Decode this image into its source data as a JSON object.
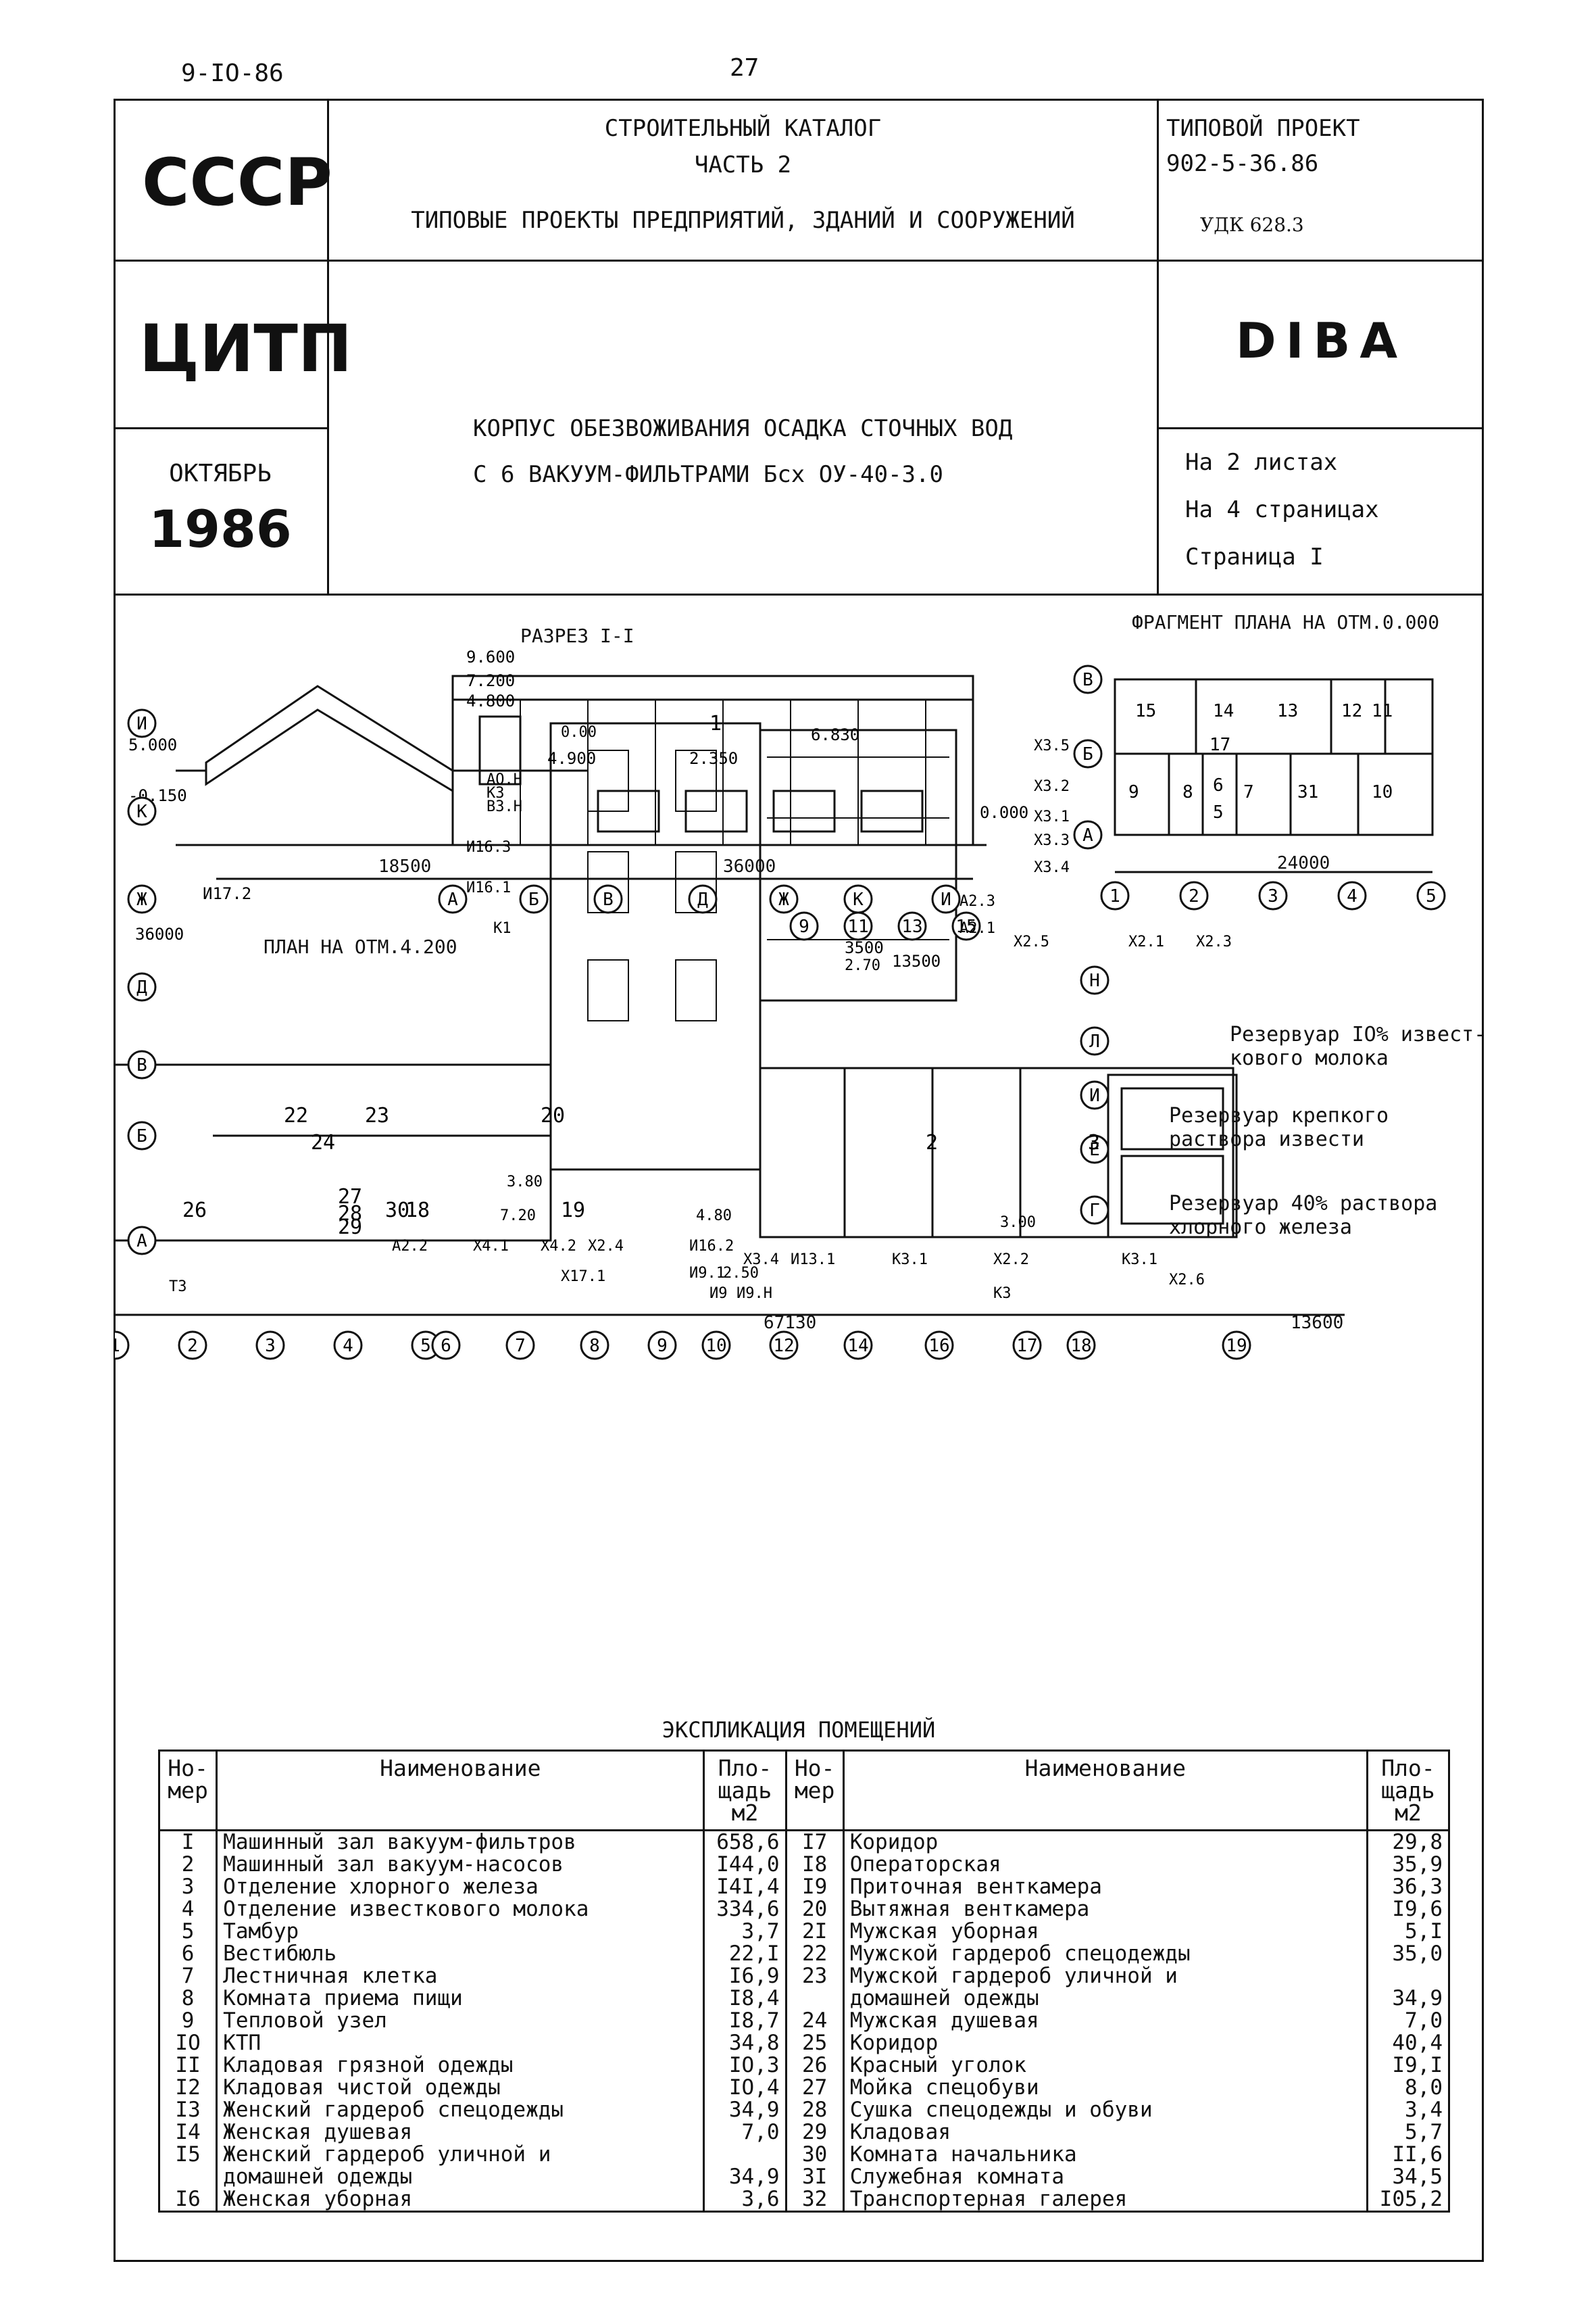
{
  "top": {
    "left_code": "9-IO-86",
    "page_number": "27"
  },
  "header": {
    "country": "СССР",
    "org": "ЦИТП",
    "month": "ОКТЯБРЬ",
    "year": "1986",
    "catalog_line1": "СТРОИТЕЛЬНЫЙ КАТАЛОГ",
    "catalog_line2": "ЧАСТЬ 2",
    "catalog_line3": "ТИПОВЫЕ ПРОЕКТЫ ПРЕДПРИЯТИЙ, ЗДАНИЙ И СООРУЖЕНИЙ",
    "project_label": "ТИПОВОЙ ПРОЕКТ",
    "project_number": "902-5-36.86",
    "udk": "УДК 628.3",
    "code": "DIBA",
    "title_line1": "КОРПУС ОБЕЗВОЖИВАНИЯ ОСАДКА СТОЧНЫХ ВОД",
    "title_line2": "С 6 ВАКУУМ-ФИЛЬТРАМИ Бсх ОУ-40-3.0",
    "sheets": "На 2 листах",
    "pages": "На 4 страницах",
    "page": "Страница I"
  },
  "drawing": {
    "section_title": "РАЗРЕЗ I-I",
    "fragment_title": "ФРАГМЕНТ ПЛАНА НА ОТМ.0.000",
    "plan_title": "ПЛАН НА ОТМ.4.200",
    "section_marks": [
      "9.600",
      "7.200",
      "4.800",
      "5.000",
      "-0.150",
      "4.900",
      "2.350",
      "6.830",
      "0.000"
    ],
    "section_dims": [
      "18500",
      "36000"
    ],
    "section_axes": [
      "А",
      "Б",
      "В",
      "Д",
      "Ж",
      "К",
      "И"
    ],
    "section_tag": "И17.2",
    "fragment_axes_rows": [
      "В",
      "Б",
      "А"
    ],
    "fragment_axes_cols": [
      "1",
      "2",
      "3",
      "4",
      "5"
    ],
    "fragment_rooms": [
      "15",
      "14",
      "13",
      "12",
      "11",
      "17",
      "9",
      "8",
      "6",
      "5",
      "7",
      "31",
      "10"
    ],
    "fragment_dim": "24000",
    "plan_rows": [
      "И",
      "К",
      "Ж",
      "Д",
      "В",
      "Б",
      "А"
    ],
    "plan_cols": [
      "1",
      "2",
      "3",
      "4",
      "5",
      "6",
      "7",
      "8",
      "9",
      "10",
      "12",
      "14",
      "16",
      "17",
      "18",
      "19"
    ],
    "plan_top_cols": [
      "9",
      "11",
      "13",
      "15"
    ],
    "plan_right_rows": [
      "Н",
      "Л",
      "И",
      "Е",
      "Г"
    ],
    "plan_dims": [
      "36000",
      "13500",
      "3500",
      "67130",
      "13600"
    ],
    "plan_rooms": [
      "1",
      "2",
      "3",
      "18",
      "19",
      "20",
      "22",
      "23",
      "24",
      "26",
      "27",
      "28",
      "29",
      "30"
    ],
    "plan_marks": [
      "0.00",
      "2.70",
      "3.80",
      "7.20",
      "4.80",
      "2.50",
      "3.00"
    ],
    "pipe_tags": [
      "АО.Н",
      "К3",
      "В3.Н",
      "И16.3",
      "И16.1",
      "К1",
      "Х3.5",
      "Х3.2",
      "Х3.1",
      "Х3.3",
      "Х3.4",
      "А2.3",
      "А2.1",
      "Х2.5",
      "Х2.1",
      "Х2.3",
      "А2.2",
      "Х4.1",
      "Х4.2",
      "Х2.4",
      "Х17.1",
      "И16.2",
      "И9.1",
      "Х3.4",
      "И13.1",
      "К3.1",
      "Х2.2",
      "К3.1",
      "Х2.6",
      "Т3",
      "И9",
      "И9.Н",
      "К3"
    ],
    "note_1": "Резервуар IO% извест-",
    "note_1b": "кового молока",
    "note_2": "Резервуар крепкого",
    "note_2b": "раствора извести",
    "note_3": "Резервуар 40% раствора",
    "note_3b": "хлорного железа"
  },
  "explication": {
    "title": "ЭКСПЛИКАЦИЯ ПОМЕЩЕНИЙ",
    "col_num": "Но- мер",
    "col_name": "Наименование",
    "col_area": "Пло- щадь м2",
    "left": [
      {
        "n": "I",
        "name": "Машинный зал вакуум-фильтров",
        "a": "658,6"
      },
      {
        "n": "2",
        "name": "Машинный зал вакуум-насосов",
        "a": "I44,0"
      },
      {
        "n": "3",
        "name": "Отделение хлорного железа",
        "a": "I4I,4"
      },
      {
        "n": "4",
        "name": "Отделение известкового молока",
        "a": "334,6"
      },
      {
        "n": "5",
        "name": "Тамбур",
        "a": "3,7"
      },
      {
        "n": "6",
        "name": "Вестибюль",
        "a": "22,I"
      },
      {
        "n": "7",
        "name": "Лестничная клетка",
        "a": "I6,9"
      },
      {
        "n": "8",
        "name": "Комната приема пищи",
        "a": "I8,4"
      },
      {
        "n": "9",
        "name": "Тепловой узел",
        "a": "I8,7"
      },
      {
        "n": "IO",
        "name": "КТП",
        "a": "34,8"
      },
      {
        "n": "II",
        "name": "Кладовая грязной одежды",
        "a": "IO,3"
      },
      {
        "n": "I2",
        "name": "Кладовая чистой одежды",
        "a": "IO,4"
      },
      {
        "n": "I3",
        "name": "Женский гардероб спецодежды",
        "a": "34,9"
      },
      {
        "n": "I4",
        "name": "Женская душевая",
        "a": "7,0"
      },
      {
        "n": "I5",
        "name": "Женский гардероб уличной и",
        "a": ""
      },
      {
        "n": "",
        "name": "домашней одежды",
        "a": "34,9"
      },
      {
        "n": "I6",
        "name": "Женская уборная",
        "a": "3,6"
      }
    ],
    "right": [
      {
        "n": "I7",
        "name": "Коридор",
        "a": "29,8"
      },
      {
        "n": "I8",
        "name": "Операторская",
        "a": "35,9"
      },
      {
        "n": "I9",
        "name": "Приточная венткамера",
        "a": "36,3"
      },
      {
        "n": "20",
        "name": "Вытяжная венткамера",
        "a": "I9,6"
      },
      {
        "n": "2I",
        "name": "Мужская уборная",
        "a": "5,I"
      },
      {
        "n": "22",
        "name": "Мужской гардероб спецодежды",
        "a": "35,0"
      },
      {
        "n": "23",
        "name": "Мужской гардероб уличной и",
        "a": ""
      },
      {
        "n": "",
        "name": "домашней одежды",
        "a": "34,9"
      },
      {
        "n": "24",
        "name": "Мужская душевая",
        "a": "7,0"
      },
      {
        "n": "25",
        "name": "Коридор",
        "a": "40,4"
      },
      {
        "n": "26",
        "name": "Красный уголок",
        "a": "I9,I"
      },
      {
        "n": "27",
        "name": "Мойка спецобуви",
        "a": "8,0"
      },
      {
        "n": "28",
        "name": "Сушка спецодежды и обуви",
        "a": "3,4"
      },
      {
        "n": "29",
        "name": "Кладовая",
        "a": "5,7"
      },
      {
        "n": "30",
        "name": "Комната начальника",
        "a": "II,6"
      },
      {
        "n": "3I",
        "name": "Служебная комната",
        "a": "34,5"
      },
      {
        "n": "32",
        "name": "Транспортерная галерея",
        "a": "I05,2"
      }
    ]
  }
}
